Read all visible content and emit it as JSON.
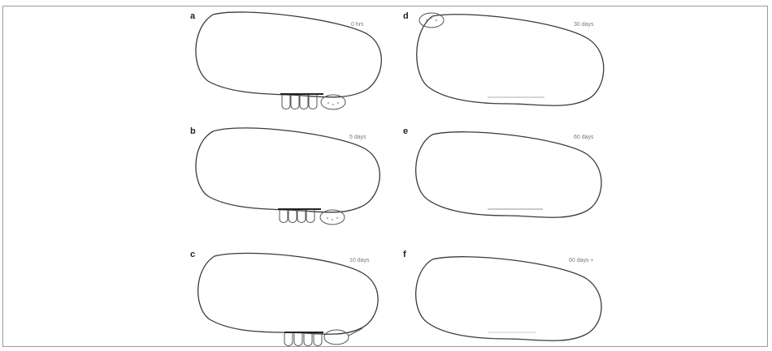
{
  "panels": [
    {
      "letter": "a",
      "time": "0 hrs"
    },
    {
      "letter": "b",
      "time": "5 days"
    },
    {
      "letter": "c",
      "time": "10 days"
    },
    {
      "letter": "d",
      "time": "30 days"
    },
    {
      "letter": "e",
      "time": "60 days"
    },
    {
      "letter": "f",
      "time": "60 days +"
    }
  ],
  "colors": {
    "outline": "#3a3a3a",
    "bud": "#555555",
    "faint": "#c9c9c9",
    "frame": "#9a9a9a"
  }
}
